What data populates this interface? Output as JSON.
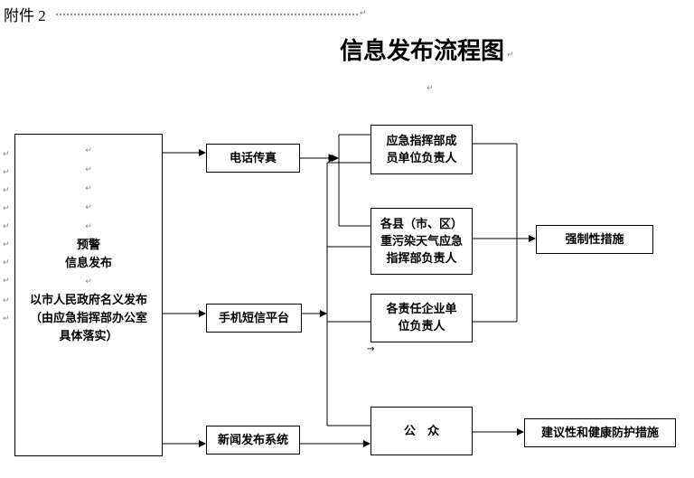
{
  "attachment_label": "附件 2",
  "title": "信息发布流程图",
  "paragraph_mark": "↵",
  "source": {
    "line1": "预警",
    "line2": "信息发布",
    "line3": "以市人民政府名义发布",
    "line4": "（由应急指挥部办公室",
    "line5": "具体落实）"
  },
  "channels": {
    "phone_fax": "电话传真",
    "sms_platform": "手机短信平台",
    "news_system": "新闻发布系统"
  },
  "recipients": {
    "member_units": [
      "应急指挥部成",
      "员单位负责人"
    ],
    "county_districts": [
      "各县（市、区）",
      "重污染天气应急",
      "指挥部负责人"
    ],
    "enterprises": [
      "各责任企业单",
      "位负责人"
    ],
    "public": "公　众"
  },
  "outcomes": {
    "mandatory": "强制性措施",
    "advisory": "建议性和健康防护措施"
  },
  "stray_arrow": "→"
}
